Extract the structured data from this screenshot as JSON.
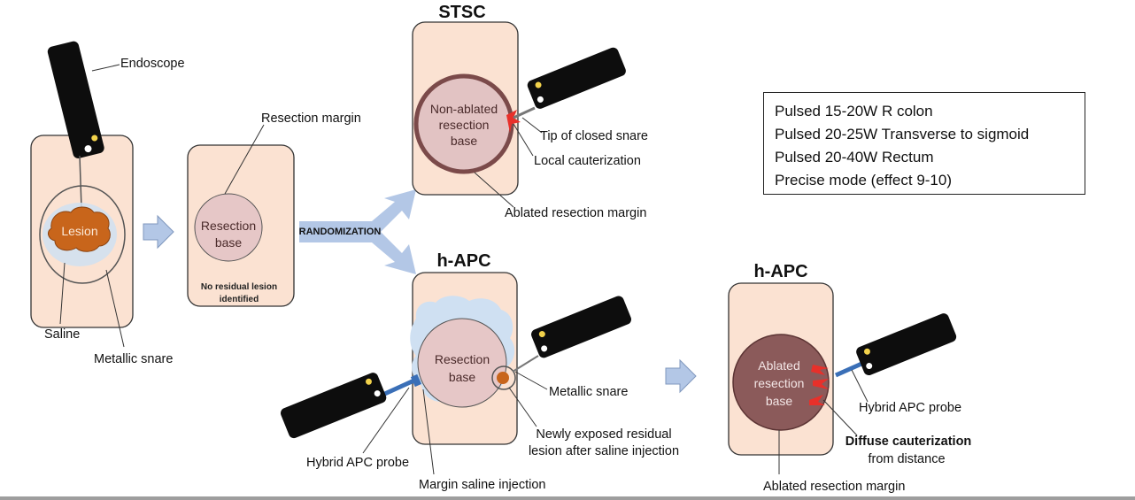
{
  "step1": {
    "endoscope_label": "Endoscope",
    "lesion_label": "Lesion",
    "saline_label": "Saline",
    "snare_label": "Metallic snare"
  },
  "step2": {
    "margin_label": "Resection margin",
    "base_label": [
      "Resection",
      "base"
    ],
    "note": [
      "No residual lesion",
      "identified"
    ]
  },
  "randomization_label": "RANDOMIZATION",
  "stsc": {
    "title": "STSC",
    "base_label": [
      "Non-ablated",
      "resection",
      "base"
    ],
    "tip_label": "Tip of closed snare",
    "cauterization_label": "Local cauterization",
    "margin_label": "Ablated resection margin"
  },
  "hapc_left": {
    "title": "h-APC",
    "base_label": [
      "Resection",
      "base"
    ],
    "snare_label": "Metallic snare",
    "residual_label": [
      "Newly exposed residual",
      "lesion after saline injection"
    ],
    "probe_label": "Hybrid APC probe",
    "injection_label": "Margin saline injection"
  },
  "hapc_right": {
    "title": "h-APC",
    "base_label": [
      "Ablated",
      "resection",
      "base"
    ],
    "probe_label": "Hybrid APC probe",
    "cauterization_label": [
      "Diffuse cauterization",
      "from distance"
    ],
    "margin_label": "Ablated resection margin"
  },
  "settings": [
    "Pulsed 15-20W R colon",
    "Pulsed 20-25W Transverse to sigmoid",
    "Pulsed 20-40W Rectum",
    "Precise mode (effect 9-10)"
  ],
  "colors": {
    "panel": "#fbe2d2",
    "resection_base": "#e6c7c7",
    "ablated_base": "#8b5a5a",
    "lesion": "#c8651b",
    "saline": "#cfe0f2",
    "arrow": "#b3c7e6",
    "cautery": "#e8302a",
    "probe": "#3a6fb7",
    "endoscope": "#0d0d0d",
    "scope_light": "#f2d24b"
  }
}
